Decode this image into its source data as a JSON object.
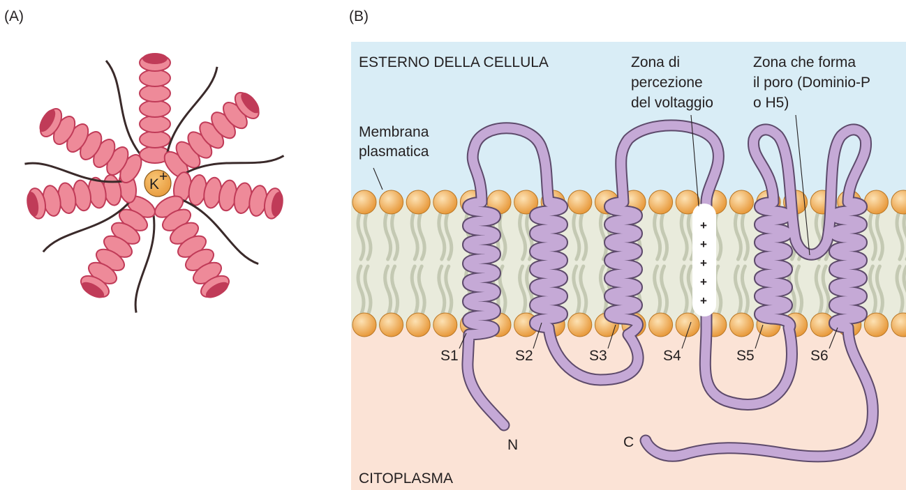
{
  "panels": {
    "a": {
      "label": "(A)",
      "ion": "K",
      "ion_charge": "+"
    },
    "b": {
      "label": "(B)",
      "outside": "ESTERNO DELLA CELLULA",
      "inside": "CITOPLASMA",
      "membrane_label": [
        "Membrana",
        "plasmatica"
      ],
      "voltage_sensor_label": [
        "Zona di",
        "percezione",
        "del voltaggio"
      ],
      "pore_label": [
        "Zona che forma",
        "il poro (Dominio-P",
        "o H5)"
      ],
      "segments": [
        "S1",
        "S2",
        "S3",
        "S4",
        "S5",
        "S6"
      ],
      "n_terminus": "N",
      "c_terminus": "C",
      "charges": [
        "+",
        "+",
        "+",
        "+",
        "+"
      ]
    }
  },
  "colors": {
    "outside_bg": "#d9edf6",
    "inside_bg": "#fbe3d6",
    "membrane_core": "#e9ebdc",
    "lipid_head": "#f2a84a",
    "lipid_tail": "#c4c9b3",
    "protein": "#c5a9d6",
    "protein_outline": "#5d4a6b",
    "helix": "#ee8a99",
    "helix_dark": "#c03b58",
    "ion": "#f2a84a"
  },
  "icons": {
    "lipid": "lipid-bilayer-icon",
    "helix": "alpha-helix-icon"
  }
}
